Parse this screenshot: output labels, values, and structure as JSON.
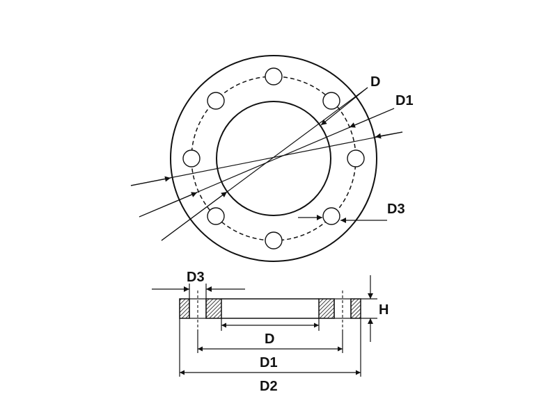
{
  "labels": {
    "top_d": "D",
    "top_d1": "D1",
    "top_d3": "D3",
    "side_d3": "D3",
    "side_h": "H",
    "side_d": "D",
    "side_d1": "D1",
    "side_d2": "D2"
  },
  "colors": {
    "ink": "#111111",
    "background": "#ffffff"
  }
}
